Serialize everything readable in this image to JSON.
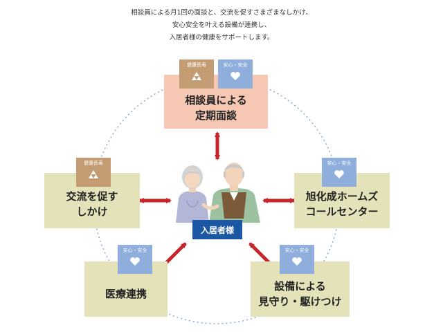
{
  "intro": {
    "line1": "相談員による月1回の面談と、交流を促すさまざまなしかけ、",
    "line2": "安心安全を叶える設備が連携し、",
    "line3": "入居者様の健康をサポートします。"
  },
  "center": {
    "label": "入居者様"
  },
  "nodes": {
    "top": {
      "line1": "相談員による",
      "line2": "定期面談"
    },
    "left": {
      "line1": "交流を促す",
      "line2": "しかけ"
    },
    "right": {
      "line1": "旭化成ホームズ",
      "line2": "コールセンター"
    },
    "bottom_left": {
      "line1": "医療連携"
    },
    "bottom_right": {
      "line1": "設備による",
      "line2": "見守り・駆けつけ"
    }
  },
  "badges": {
    "health": "健康長寿",
    "safety": "安心・安全"
  },
  "colors": {
    "salmon": "#f6c8b4",
    "olive": "#e4e2b9",
    "badge_brown": "#c49c74",
    "badge_blue": "#8faedc",
    "arrow": "#c8252b",
    "circle": "#7fa2cf",
    "resident": "#1c57a3"
  }
}
